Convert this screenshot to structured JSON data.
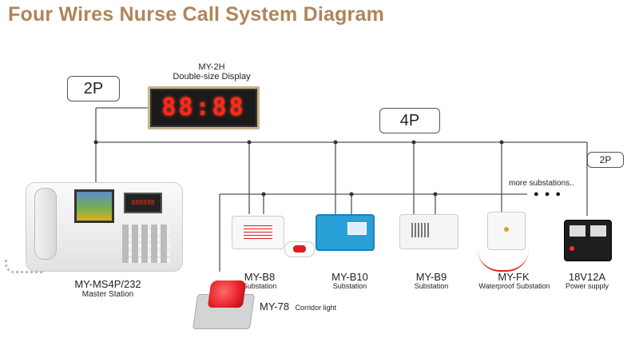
{
  "title": "Four Wires Nurse Call System Diagram",
  "bubbles": {
    "display_wire": "2P",
    "bus_wire": "4P",
    "power_wire": "2P"
  },
  "display": {
    "model": "MY-2H",
    "name": "Double-size Display",
    "digits": "88:88"
  },
  "more_substations": "more substations..",
  "ellipsis": "● ● ●",
  "master": {
    "model": "MY-MS4P/232",
    "name": "Master Station",
    "screen_digits": "888888"
  },
  "devices": [
    {
      "model": "MY-B8",
      "name": "Substation"
    },
    {
      "model": "MY-B10",
      "name": "Substation"
    },
    {
      "model": "MY-B9",
      "name": "Substation"
    },
    {
      "model": "MY-FK",
      "name": "Waterproof Substation"
    },
    {
      "model": "18V12A",
      "name": "Power supply"
    }
  ],
  "corridor": {
    "model": "MY-78",
    "name": "Corridor light"
  },
  "colors": {
    "title": "#b0845a",
    "wire": "#555555",
    "led": "#ff2a1a",
    "corridor_light": "#e8202a"
  }
}
